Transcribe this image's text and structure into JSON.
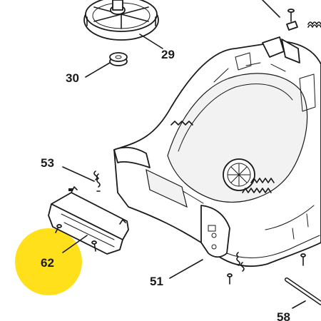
{
  "diagram": {
    "highlight_color": "#FFE01B",
    "line_color": "#1a1a1a",
    "callouts": [
      {
        "id": "29",
        "text": "29"
      },
      {
        "id": "30",
        "text": "30"
      },
      {
        "id": "53",
        "text": "53"
      },
      {
        "id": "62",
        "text": "62"
      },
      {
        "id": "51",
        "text": "51"
      },
      {
        "id": "58",
        "text": "58"
      }
    ]
  }
}
